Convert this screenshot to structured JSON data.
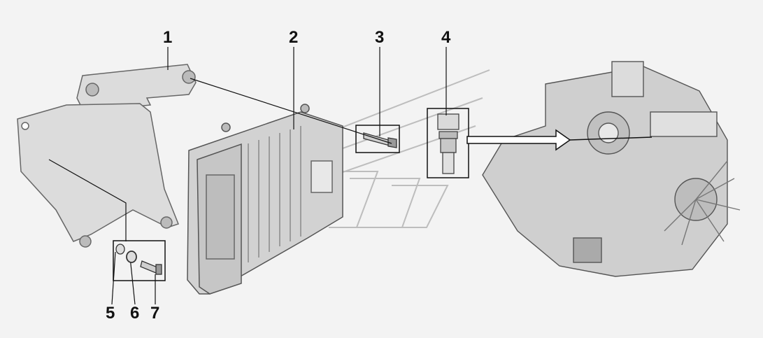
{
  "callouts": [
    {
      "id": "1",
      "label": "1"
    },
    {
      "id": "2",
      "label": "2"
    },
    {
      "id": "3",
      "label": "3"
    },
    {
      "id": "4",
      "label": "4"
    },
    {
      "id": "5",
      "label": "5"
    },
    {
      "id": "6",
      "label": "6"
    },
    {
      "id": "7",
      "label": "7"
    }
  ],
  "colors": {
    "line": "#111111",
    "part_fill": "#d8d8d8",
    "part_stroke": "#555555",
    "background": "#f3f3f3",
    "watermark": "#bbbbbb"
  }
}
